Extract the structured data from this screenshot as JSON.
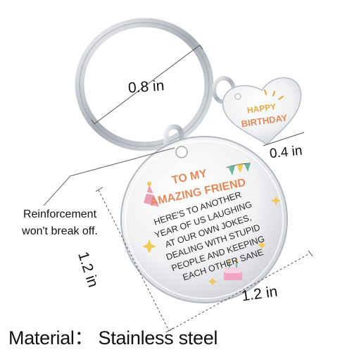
{
  "image": {
    "background_color": "#ffffff",
    "metal_color": "#c9ccd1",
    "accent_colors": {
      "title_orange": "#e28a5b",
      "party_hat": "#e9a0b6",
      "bunting_green": "#6fb59b",
      "cake_pink": "#f0a6c2"
    }
  },
  "annotations": {
    "ring_diameter": "0.8 in",
    "heart_width": "0.4 in",
    "disc_height": "1.2 in",
    "disc_width": "1.2 in",
    "reinforcement_line1": "Reinforcement",
    "reinforcement_line2": "won't break off.",
    "material": "Material： Stainless steel"
  },
  "heart_tag": {
    "line1": "HAPPY",
    "line2": "BIRTHDAY"
  },
  "disc_tag": {
    "title_line1": "TO MY",
    "title_line2": "AMAZING FRIEND",
    "body_lines": [
      "HERE'S TO ANOTHER",
      "YEAR OF US LAUGHING",
      "AT OUR OWN JOKES,",
      "DEALING WITH STUPID",
      "PEOPLE AND KEEPING",
      "EACH OTHER SANE"
    ],
    "icons": [
      "party-hat-icon",
      "bunting-icon",
      "cake-icon",
      "sparkle-icon"
    ]
  }
}
